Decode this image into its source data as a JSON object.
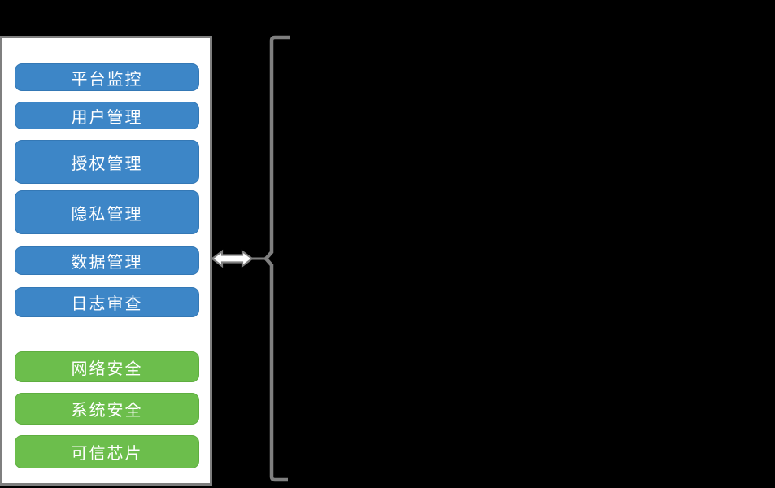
{
  "panel": {
    "blue_buttons": [
      {
        "label": "平台监控"
      },
      {
        "label": "用户管理"
      },
      {
        "label": "授权管理"
      },
      {
        "label": "隐私管理"
      },
      {
        "label": "数据管理"
      },
      {
        "label": "日志审查"
      }
    ],
    "green_buttons": [
      {
        "label": "网络安全"
      },
      {
        "label": "系统安全"
      },
      {
        "label": "可信芯片"
      }
    ]
  },
  "connector": {
    "arrow": "double-headed-arrow",
    "brace": "left-curly-brace"
  },
  "colors": {
    "background": "#000000",
    "panel_background": "#ffffff",
    "panel_border": "#7f7f7f",
    "blue_button": "#3d86c7",
    "green_button": "#6cbe4c",
    "connector_gray": "#7f7f7f",
    "button_text": "#ffffff"
  }
}
